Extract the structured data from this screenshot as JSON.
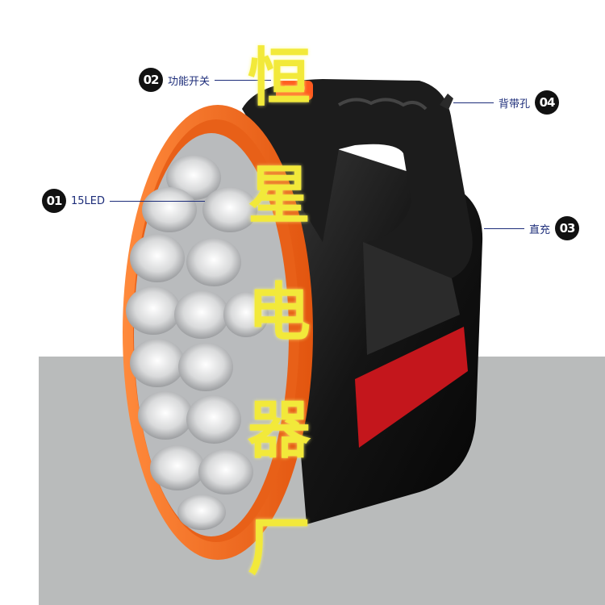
{
  "callouts": [
    {
      "number": "01",
      "label": "15LED"
    },
    {
      "number": "02",
      "label": "功能开关"
    },
    {
      "number": "03",
      "label": "直充"
    },
    {
      "number": "04",
      "label": "背带孔"
    }
  ],
  "watermark": {
    "text": "恒星电器厂"
  },
  "colors": {
    "body": "#1a1a1a",
    "rim": "#f26b1d",
    "switch": "#ff5a1f",
    "badge": "#111111",
    "callout_text": "#1d2d7a",
    "watermark": "#f2e93a"
  }
}
